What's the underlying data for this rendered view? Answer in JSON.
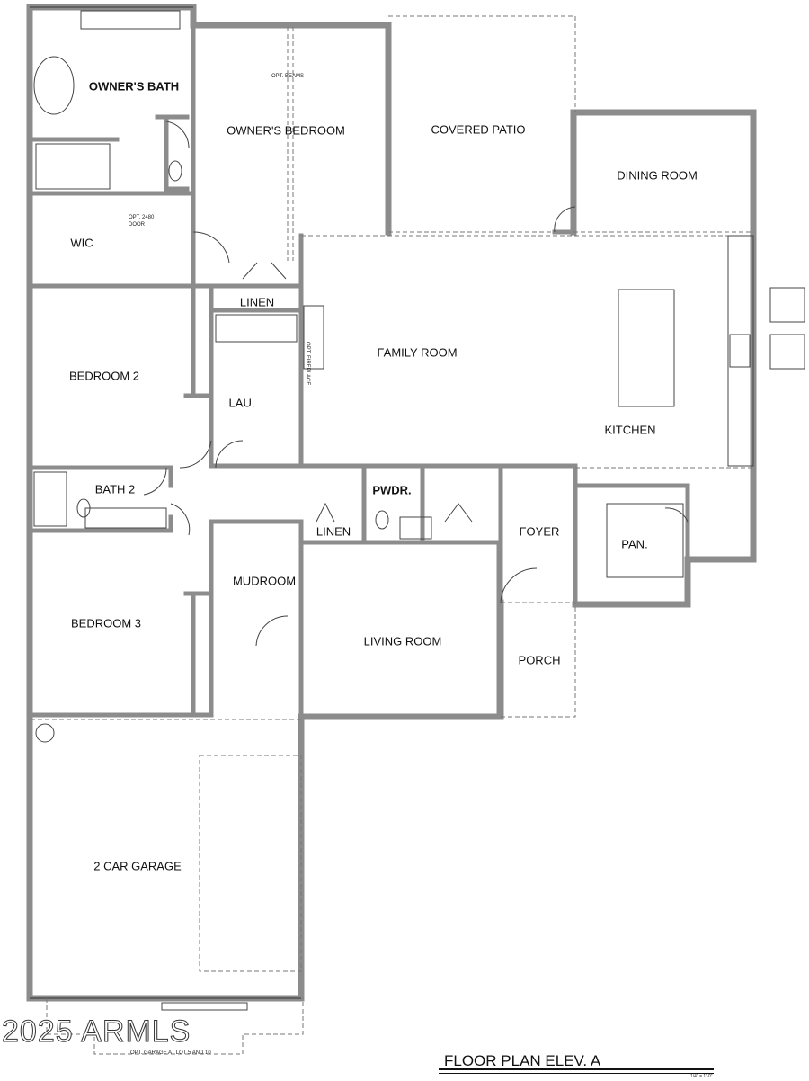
{
  "plan": {
    "title": "FLOOR PLAN ELEV. A",
    "scale": "1/4\" = 1'-0\"",
    "watermark": "2025 ARMLS",
    "rooms": {
      "owners_bath": "OWNER'S BATH",
      "owners_bedroom": "OWNER'S BEDROOM",
      "covered_patio": "COVERED PATIO",
      "dining_room": "DINING ROOM",
      "wic": "WIC",
      "linen_1": "LINEN",
      "family_room": "FAMILY ROOM",
      "bedroom_2": "BEDROOM 2",
      "lau": "LAU.",
      "kitchen": "KITCHEN",
      "bath_2": "BATH 2",
      "pwdr": "PWDR.",
      "linen_2": "LINEN",
      "foyer": "FOYER",
      "pan": "PAN.",
      "mudroom": "MUDROOM",
      "bedroom_3": "BEDROOM 3",
      "living_room": "LIVING ROOM",
      "porch": "PORCH",
      "garage": "2 CAR GARAGE"
    },
    "notes": {
      "opt_beams": "OPT. BEAMS",
      "opt_door": "OPT. 2480 DOOR",
      "opt_fireplace": "OPT. FIREPLACE",
      "opt_garage": "OPT. GARAGE AT LOT 5 AND 10"
    }
  }
}
